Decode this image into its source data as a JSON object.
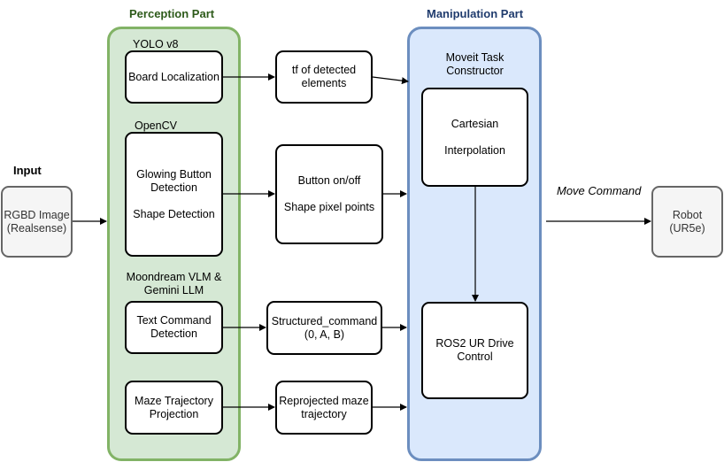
{
  "input": {
    "heading": "Input",
    "line1": "RGBD Image",
    "line2": "(Realsense)"
  },
  "perception": {
    "title": "Perception Part",
    "yolo_label": "YOLO v8",
    "board_localization": "Board Localization",
    "opencv_label": "OpenCV",
    "glowing_line1": "Glowing Button",
    "glowing_line2": "Detection",
    "shape_detection": "Shape Detection",
    "vlm_line1": "Moondream VLM &",
    "vlm_line2": "Gemini LLM",
    "text_cmd_line1": "Text Command",
    "text_cmd_line2": "Detection",
    "maze_line1": "Maze Trajectory",
    "maze_line2": "Projection"
  },
  "intermediate": {
    "tf_line1": "tf of detected",
    "tf_line2": "elements",
    "button_line1": "Button on/off",
    "button_line2": "Shape pixel points",
    "structured_line1": "Structured_command",
    "structured_line2": "(0, A, B)",
    "reprojected_line1": "Reprojected maze",
    "reprojected_line2": "trajectory"
  },
  "manipulation": {
    "title": "Manipulation Part",
    "moveit_line1": "Moveit Task",
    "moveit_line2": "Constructor",
    "cartesian_line1": "Cartesian",
    "cartesian_line2": "Interpolation",
    "ros2_line1": "ROS2 UR Drive",
    "ros2_line2": "Control"
  },
  "output": {
    "move_command": "Move Command",
    "robot_line1": "Robot",
    "robot_line2": "(UR5e)"
  }
}
